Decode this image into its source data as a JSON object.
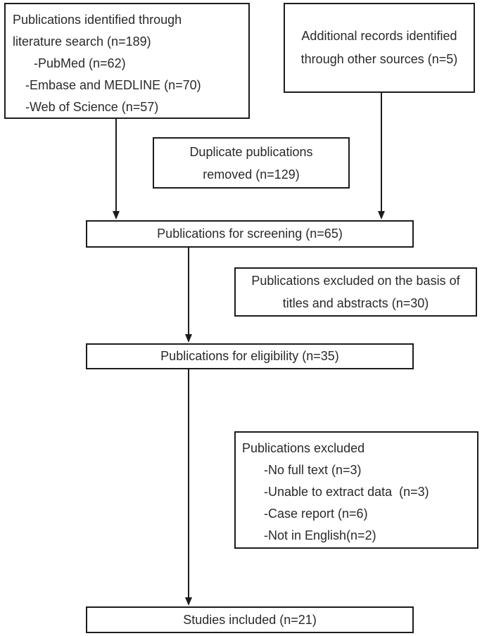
{
  "diagram": {
    "kind": "prisma-flow-diagram",
    "colors": {
      "border": "#1c1c1c",
      "text": "#2a2a2a",
      "background": "#ffffff"
    },
    "boxes": {
      "identified": {
        "line1": "Publications identified through",
        "line2": "literature search (n=189)",
        "item1": "-PubMed (n=62)",
        "item2": "-Embase and MEDLINE (n=70)",
        "item3": "-Web of Science (n=57)"
      },
      "additional": {
        "line1": "Additional records identified",
        "line2": "through other sources (n=5)"
      },
      "duplicate": {
        "line1": "Duplicate publications",
        "line2": "removed (n=129)"
      },
      "screening": {
        "label": "Publications for screening (n=65)"
      },
      "excluded_titles": {
        "line1": "Publications excluded on the basis of",
        "line2": "titles and abstracts (n=30)"
      },
      "eligibility": {
        "label": "Publications for eligibility (n=35)"
      },
      "excluded_fulltext": {
        "line1": "Publications excluded",
        "item1": "-No full text (n=3)",
        "item2": "-Unable to extract data  (n=3)",
        "item3": "-Case report (n=6)",
        "item4": "-Not in English(n=2)"
      },
      "studies": {
        "label": "Studies included (n=21)"
      }
    }
  }
}
